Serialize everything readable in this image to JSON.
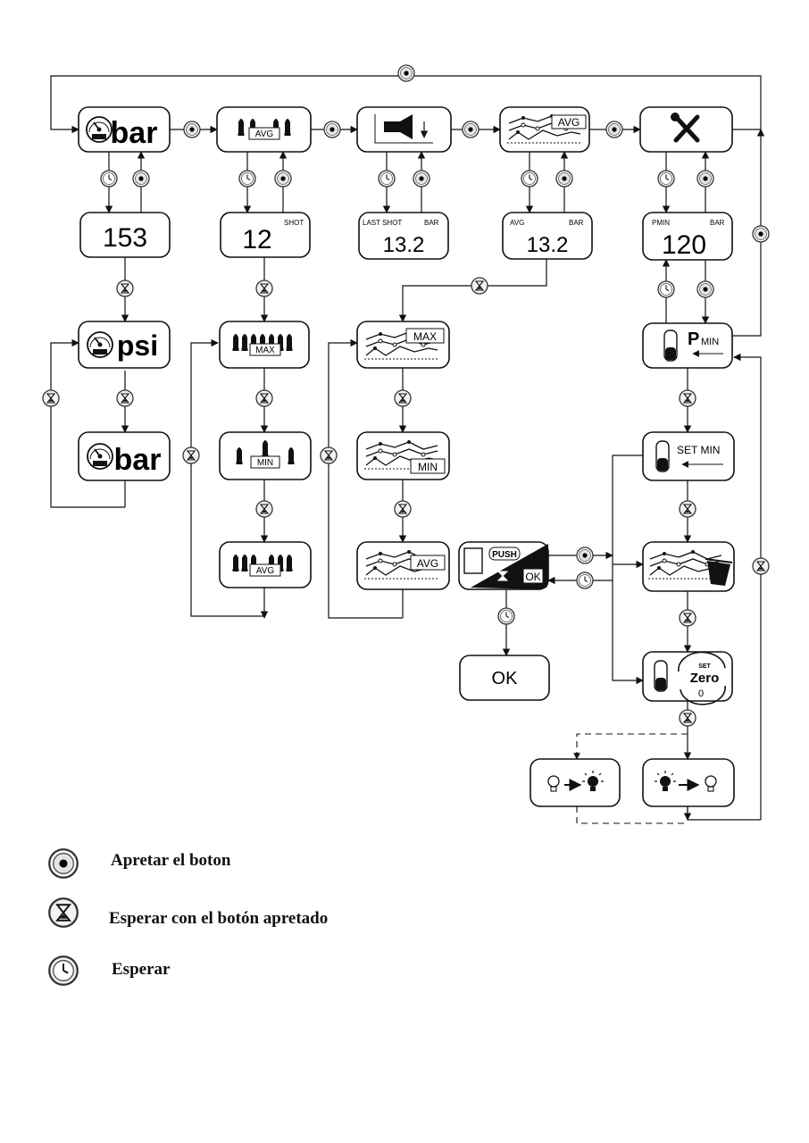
{
  "nodes": {
    "count_value": "153",
    "shot_value": "12",
    "shot_unit": "SHOT",
    "last_shot_label": "LAST SHOT",
    "last_shot_unit": "BAR",
    "last_shot_value": "13.2",
    "avg_label": "AVG",
    "avg_unit": "BAR",
    "avg_value": "13.2",
    "pmin_label": "PMIN",
    "pmin_unit": "BAR",
    "pmin_value": "120",
    "ok_label": "OK"
  },
  "icon_text": {
    "bar": "bar",
    "psi": "psi",
    "avg": "AVG",
    "max": "MAX",
    "min": "MIN",
    "p": "P",
    "p_sub": "MIN",
    "set_min": "SET MIN",
    "push": "PUSH",
    "ok_small": "OK",
    "set": "SET",
    "zero": "Zero",
    "zero_digit": "0"
  },
  "legend": {
    "press": "Apretar el boton",
    "hold": "Esperar con el botón apretado",
    "wait": "Esperar"
  },
  "icons": {
    "press": "press-button-icon",
    "hold": "hourglass-icon",
    "wait": "clock-icon"
  }
}
